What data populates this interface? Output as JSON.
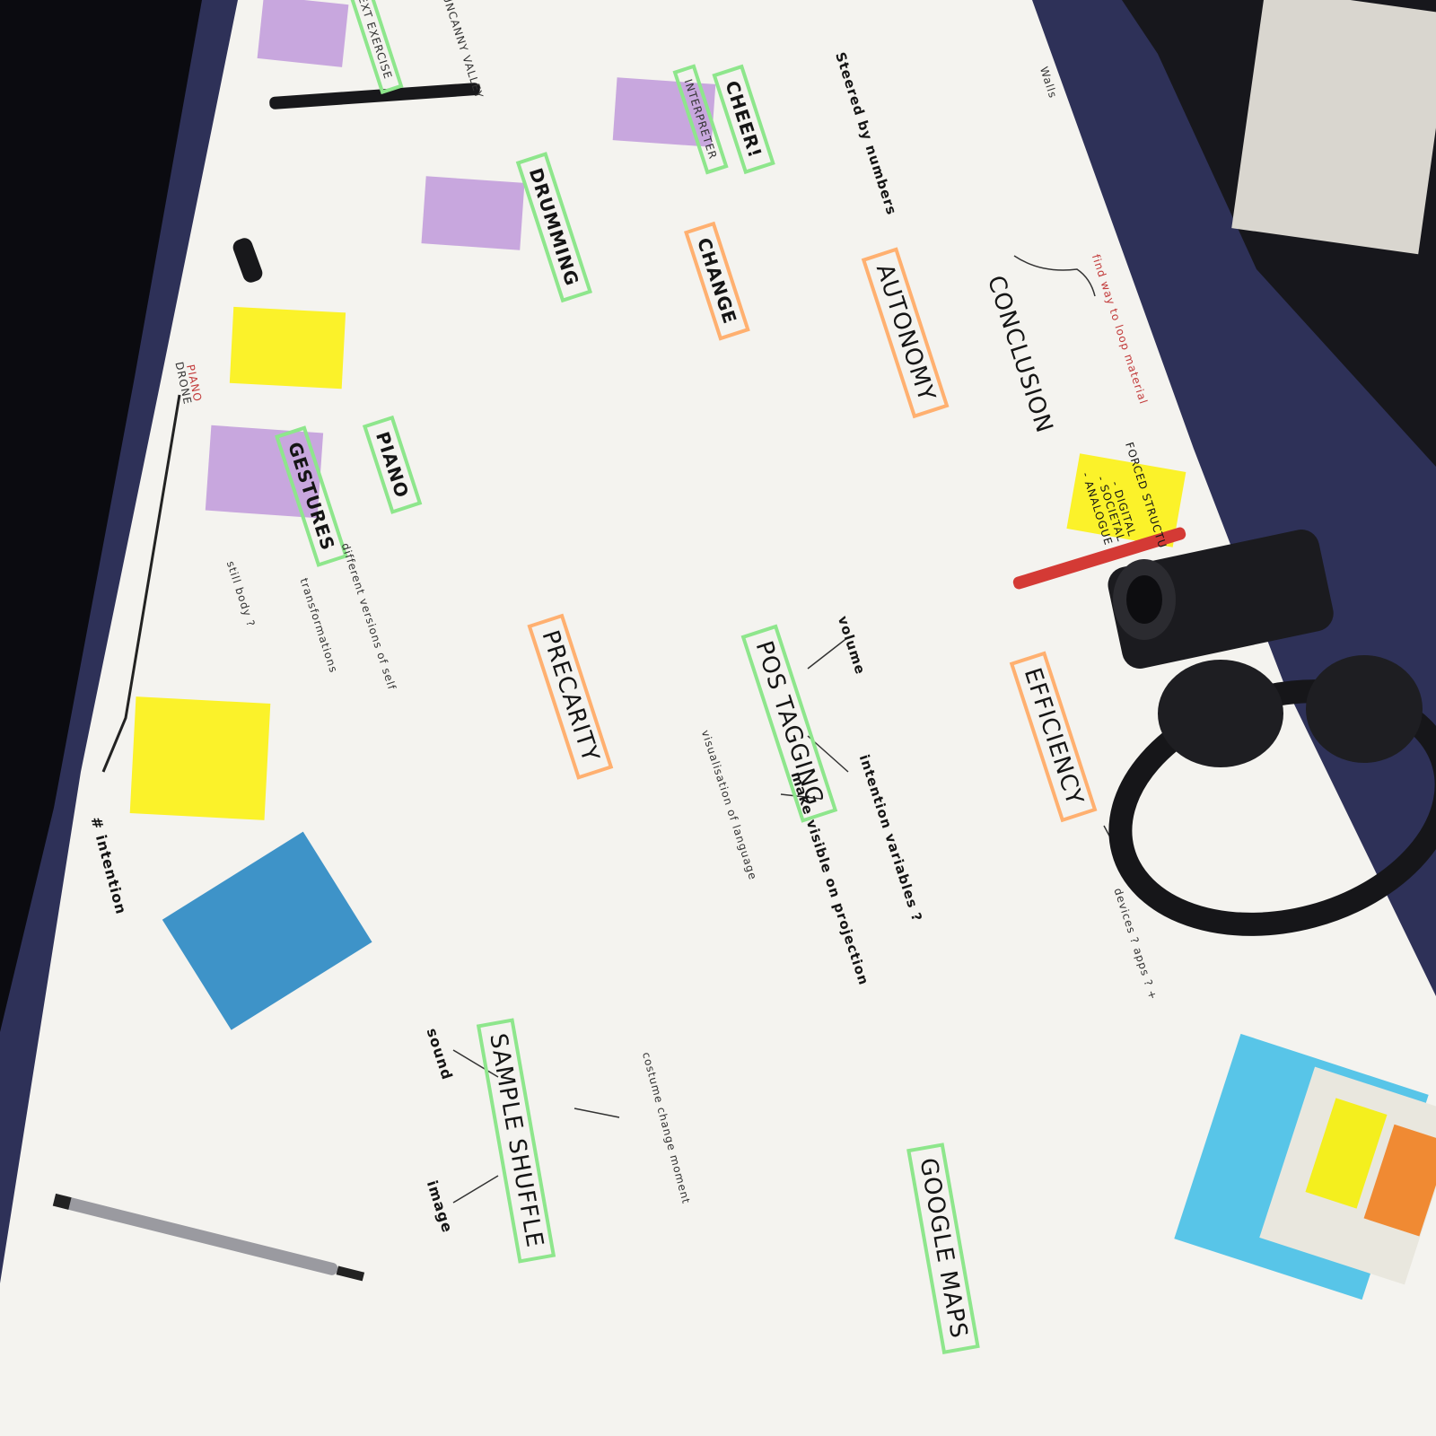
{
  "colors": {
    "table": "#2e3158",
    "paper": "#f4f3ef",
    "sticky_purple": "#c8a7de",
    "sticky_yellow": "#fbf22a",
    "sticky_blue": "#3e93c8",
    "highlight_green": "#8ee68c",
    "highlight_orange": "#ffb070"
  },
  "board": {
    "labels": {
      "conclusion": "CONCLUSION",
      "autonomy": "AUTONOMY",
      "change": "CHANGE",
      "cheer": "CHEER!",
      "drumming": "DRUMMING",
      "piano": "PIANO",
      "gestures": "GESTURES",
      "precarity": "PRECARITY",
      "postagging": "POS TAGGING",
      "efficiency": "EFFICIENCY",
      "sample_shuffle": "SAMPLE SHUFFLE",
      "google_maps": "GOOGLE MAPS",
      "text_exercise": "TEXT EXERCISE",
      "uncanny_valley": "UNCANNY VALLEY",
      "interpreter": "INTERPRETER"
    },
    "annotations": {
      "steered": "Steered by numbers",
      "volume": "volume",
      "intention_variables": "intention variables ?",
      "make_visible": "make visible on projection",
      "sound": "sound",
      "image": "image",
      "intention": "# intention",
      "costume": "costume change moment",
      "devices": "devices ? apps ? +",
      "forced": "FORCED STRUCTU",
      "digital": "- DIGITAL",
      "societal": "- SOCIETAL",
      "analogue": "- ANALOGUE",
      "drone": "DRONE",
      "piano_note": "PIANO",
      "walls": "Walls",
      "find_way": "find way to loop material",
      "visualisation": "visualisation of language",
      "still_body": "still body ?",
      "different_versions": "different versions of self",
      "transformations": "transformations"
    }
  }
}
